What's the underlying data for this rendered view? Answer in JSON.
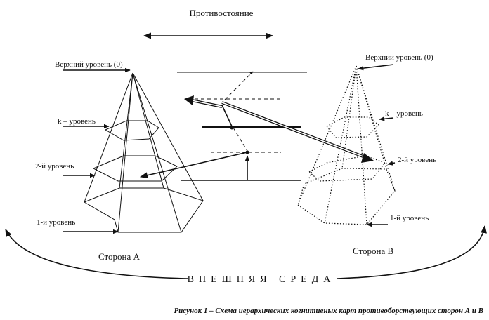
{
  "title": "Противостояние",
  "side_a": {
    "name": "Сторона А",
    "levels": {
      "top": "Верхний уровень (0)",
      "k": "k – уровень",
      "second": "2-й уровень",
      "first": "1-й уровень"
    }
  },
  "side_b": {
    "name": "Сторона В",
    "levels": {
      "top": "Верхний уровень (0)",
      "k": "k – уровень",
      "second": "2-й уровень",
      "first": "1-й уровень"
    }
  },
  "environment": "ВНЕШНЯЯ СРЕДА",
  "caption": "Рисунок 1 – Схема иерархических когнитивных карт противоборствующих сторон А и В"
}
